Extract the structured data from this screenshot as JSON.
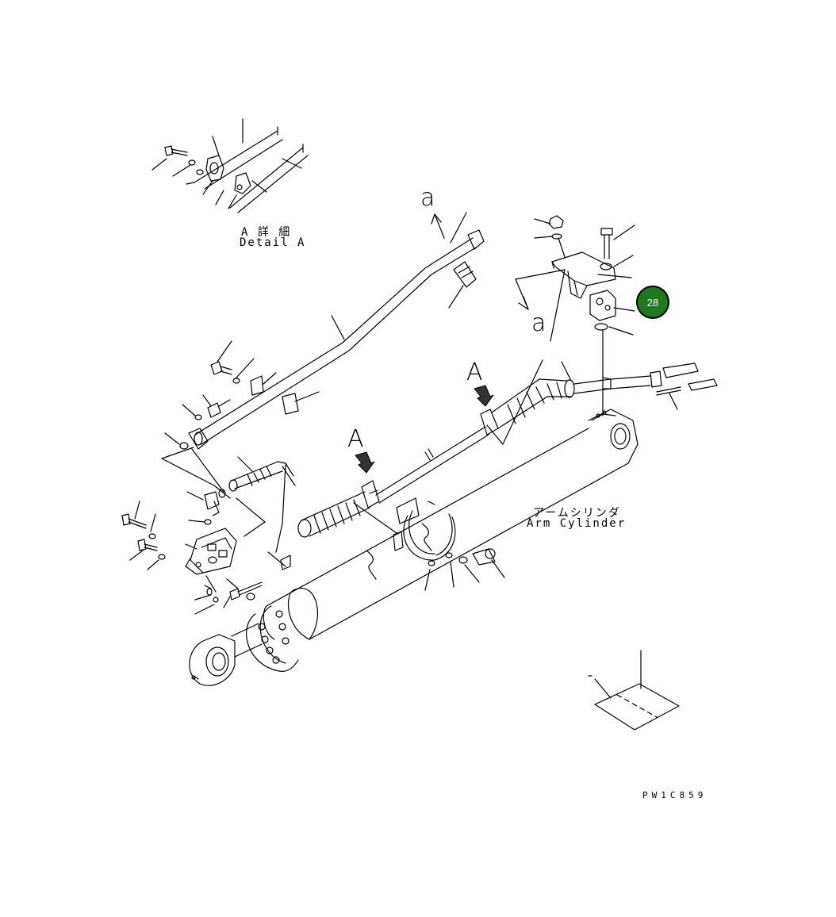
{
  "detail": {
    "title_jp": "A 詳 細",
    "title_en": "Detail A"
  },
  "labels": {
    "a_top": "a",
    "a_mid": "a",
    "A_right": "A",
    "A_left": "A"
  },
  "arm_cylinder": {
    "label_jp": "アームシリンダ",
    "label_en": "Arm Cylinder"
  },
  "callout": {
    "number": "28",
    "color": "#1f7a1f"
  },
  "drawing_code": "PW1C859"
}
